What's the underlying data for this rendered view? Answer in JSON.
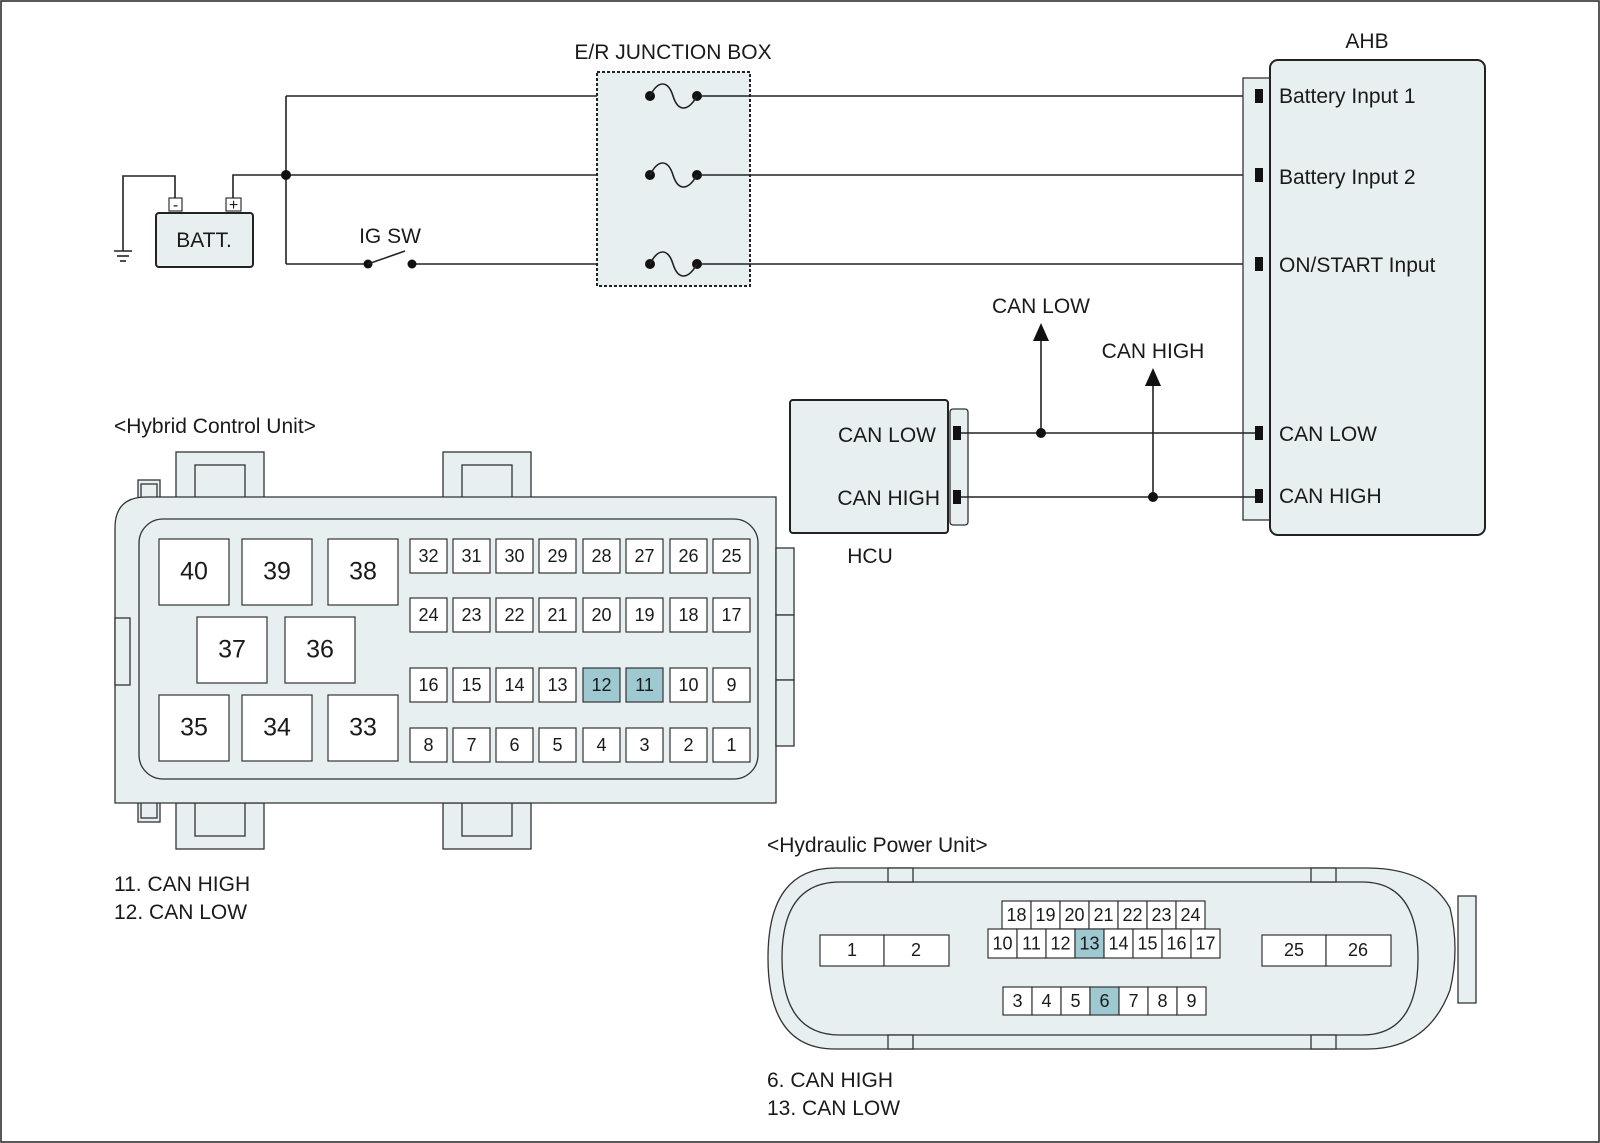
{
  "wiring": {
    "junction_box_label": "E/R JUNCTION BOX",
    "battery_label": "BATT.",
    "battery_negative": "-",
    "battery_positive": "+",
    "ig_switch_label": "IG SW",
    "ahb_label": "AHB",
    "ahb_inputs": [
      "Battery Input 1",
      "Battery Input 2",
      "ON/START Input",
      "CAN LOW",
      "CAN HIGH"
    ],
    "hcu_label": "HCU",
    "hcu_pins": [
      "CAN LOW",
      "CAN HIGH"
    ],
    "can_low_arrow_label": "CAN LOW",
    "can_high_arrow_label": "CAN HIGH"
  },
  "hcu_connector": {
    "title": "<Hybrid Control Unit>",
    "large_pins": [
      "40",
      "39",
      "38",
      "37",
      "36",
      "35",
      "34",
      "33"
    ],
    "pin_rows": [
      [
        "32",
        "31",
        "30",
        "29",
        "28",
        "27",
        "26",
        "25"
      ],
      [
        "24",
        "23",
        "22",
        "21",
        "20",
        "19",
        "18",
        "17"
      ],
      [
        "16",
        "15",
        "14",
        "13",
        "12",
        "11",
        "10",
        "9"
      ],
      [
        "8",
        "7",
        "6",
        "5",
        "4",
        "3",
        "2",
        "1"
      ]
    ],
    "highlighted_pins": [
      "12",
      "11"
    ],
    "legend": [
      "11. CAN HIGH",
      "12. CAN LOW"
    ]
  },
  "hpu_connector": {
    "title": "<Hydraulic Power Unit>",
    "left_pins": [
      "1",
      "2"
    ],
    "right_pins": [
      "25",
      "26"
    ],
    "top_row": [
      "18",
      "19",
      "20",
      "21",
      "22",
      "23",
      "24"
    ],
    "middle_row": [
      "10",
      "11",
      "12",
      "13",
      "14",
      "15",
      "16",
      "17"
    ],
    "bottom_row": [
      "3",
      "4",
      "5",
      "6",
      "7",
      "8",
      "9"
    ],
    "highlighted_pins": [
      "13",
      "6"
    ],
    "legend": [
      "6. CAN HIGH",
      "13. CAN LOW"
    ]
  }
}
